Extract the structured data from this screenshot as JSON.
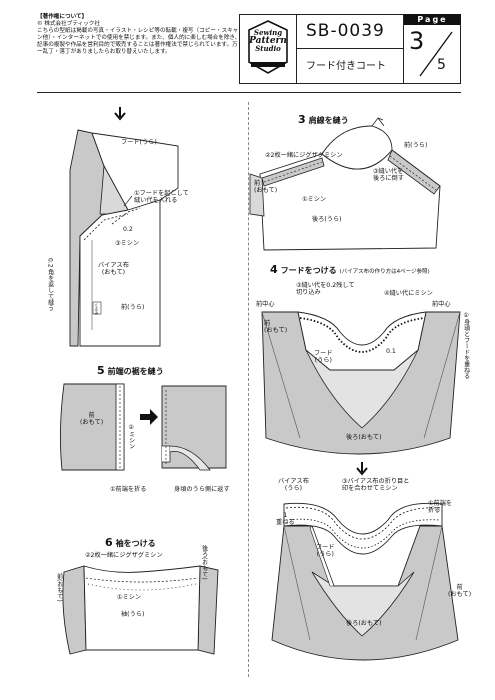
{
  "copyright": {
    "heading": "【著作権について】",
    "owner": "© 株式会社ブティック社",
    "body": "こちらの型紙は掲載の写真・イラスト・レシピ等の転載・複写（コピー・スキャン他）・インターネットでの使用を禁じます。また、個人的に楽しむ場合を除き、記事の複製や作品を営利目的で販売することは著作権法で禁じられています。万一乱丁・落丁がありましたらお取り替えいたします。"
  },
  "logo": {
    "line1": "Sewing",
    "line2": "Pattern",
    "line3": "Studio"
  },
  "header": {
    "code": "SB-0039",
    "title": "フード付きコート",
    "page_label": "Page",
    "page_current": "3",
    "page_total": "5"
  },
  "step_fig1": {
    "hood_label": "フード(うら)",
    "note_raise": "①フードを起こして\n縫い代を入れる",
    "seam_02": "0.2",
    "sew3": "③ミシン",
    "bias": "バイアス布\n(おもて)",
    "front_ura": "前(うら)",
    "vertical": "0.2 角を返して縫う",
    "mark": "くるみ"
  },
  "step5": {
    "num": "5",
    "title": "前端の裾を縫う",
    "front": "前\n(おもて)",
    "sew2": "②ミシン",
    "fold1": "①前端を折る",
    "fold_back": "身頃のうら側に返す"
  },
  "step6": {
    "num": "6",
    "title": "袖をつける",
    "zigzag": "②2枚一緒にジグザグミシン",
    "back": "後ろ(おもて)",
    "front": "前(おもて)",
    "sew1": "①ミシン",
    "sleeve": "袖(うら)"
  },
  "step3": {
    "num": "3",
    "title": "肩線を縫う",
    "front": "前(うら)",
    "zigzag": "②2枚一緒にジグザグミシン",
    "front_omote": "前\n(おもて)",
    "sew1": "①ミシン",
    "press": "③縫い代を\n後ろに倒す",
    "back": "後ろ(うら)"
  },
  "step4": {
    "num": "4",
    "title": "フードをつける",
    "note": "(バイアス布の作り方は4ページ参照)",
    "note_fold": "③縫い代を0.2残して\n切り込み",
    "sew_allow": "④縫い代にミシン",
    "center_l": "前中心",
    "center_r": "前中心",
    "front_omote": "前\n(おもて)",
    "overlap": "①身頃とフードを重ねる",
    "hood": "フード\n(うら)",
    "dim01": "0.1",
    "back": "後ろ(おもて)"
  },
  "step4b": {
    "bias": "バイアス布\n(うら)",
    "fold_match": "③バイアス布の折り目と\n印を合わせてミシン",
    "fold_front": "①前端を\n折る",
    "overlap1": "1\n重ねる",
    "hood": "フード\n(うら)",
    "front": "前\n(おもて)",
    "back": "後ろ(おもて)"
  }
}
